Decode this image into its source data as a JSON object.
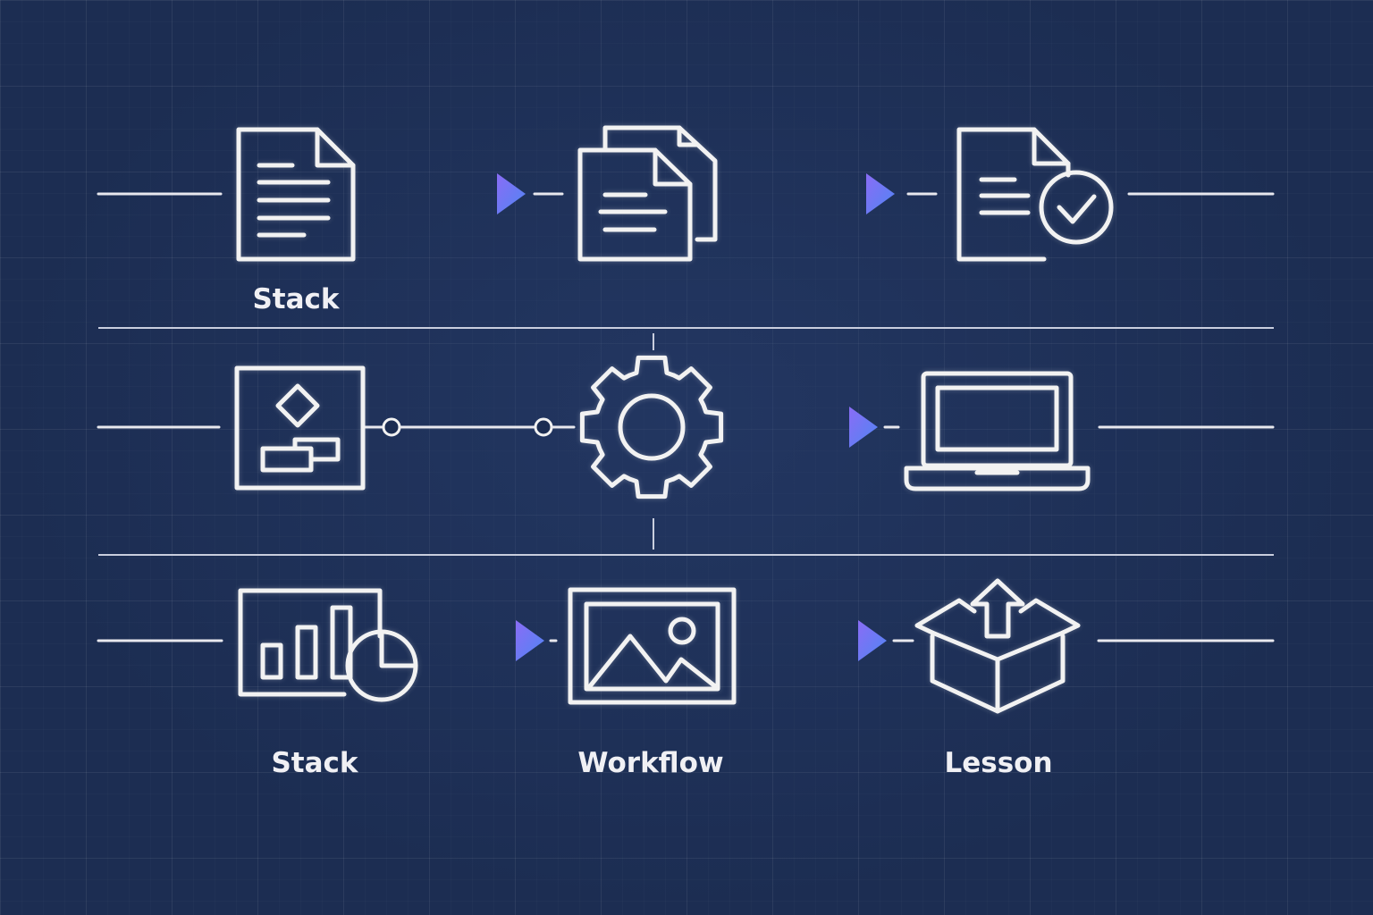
{
  "labels": {
    "row1_left": "Stack",
    "row3_left": "Stack",
    "row3_middle": "Workflow",
    "row3_right": "Lesson"
  },
  "icons": [
    "document-icon",
    "documents-copy-icon",
    "document-check-icon",
    "flowchart-icon",
    "gear-icon",
    "laptop-icon",
    "bar-pie-chart-icon",
    "image-icon",
    "open-box-upload-icon"
  ],
  "colors": {
    "background": "#1c2d52",
    "line": "#f2f2f2",
    "arrow_start": "#9b5cf0",
    "arrow_end": "#5a7cf5"
  }
}
